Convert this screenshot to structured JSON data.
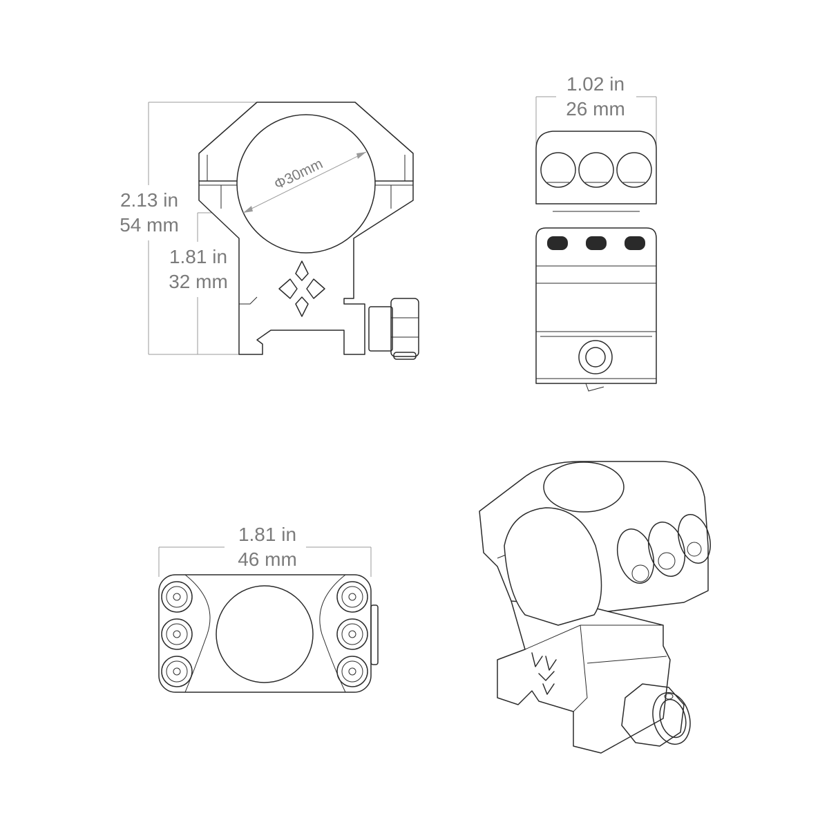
{
  "dimensions": {
    "total_height": {
      "in": "2.13 in",
      "mm": "54 mm"
    },
    "center_height": {
      "in": "1.81 in",
      "mm": "32 mm"
    },
    "ring_width": {
      "in": "1.02 in",
      "mm": "26 mm"
    },
    "base_length": {
      "in": "1.81 in",
      "mm": "46 mm"
    },
    "tube_diameter": "Φ30mm"
  }
}
